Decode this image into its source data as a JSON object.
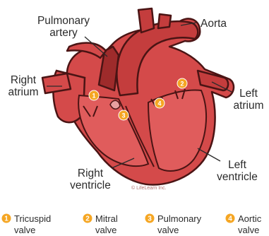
{
  "diagram": {
    "labels": {
      "pulmonary_artery": [
        "Pulmonary",
        "artery"
      ],
      "aorta": "Aorta",
      "right_atrium": [
        "Right",
        "atrium"
      ],
      "left_atrium": [
        "Left",
        "atrium"
      ],
      "right_ventricle": [
        "Right",
        "ventricle"
      ],
      "left_ventricle": [
        "Left",
        "ventricle"
      ]
    },
    "copyright": "© LifeLearn Inc.",
    "markers": [
      "1",
      "2",
      "3",
      "4"
    ],
    "colors": {
      "heart_fill": "#d44a4a",
      "heart_dark": "#9e2b2b",
      "outline": "#4a1414",
      "chamber": "#e05c5c",
      "marker": "#f5a623"
    }
  },
  "legend": [
    {
      "number": "1",
      "line1": "Tricuspid",
      "line2": "valve"
    },
    {
      "number": "2",
      "line1": "Mitral",
      "line2": "valve"
    },
    {
      "number": "3",
      "line1": "Pulmonary",
      "line2": "valve"
    },
    {
      "number": "4",
      "line1": "Aortic",
      "line2": "valve"
    }
  ]
}
